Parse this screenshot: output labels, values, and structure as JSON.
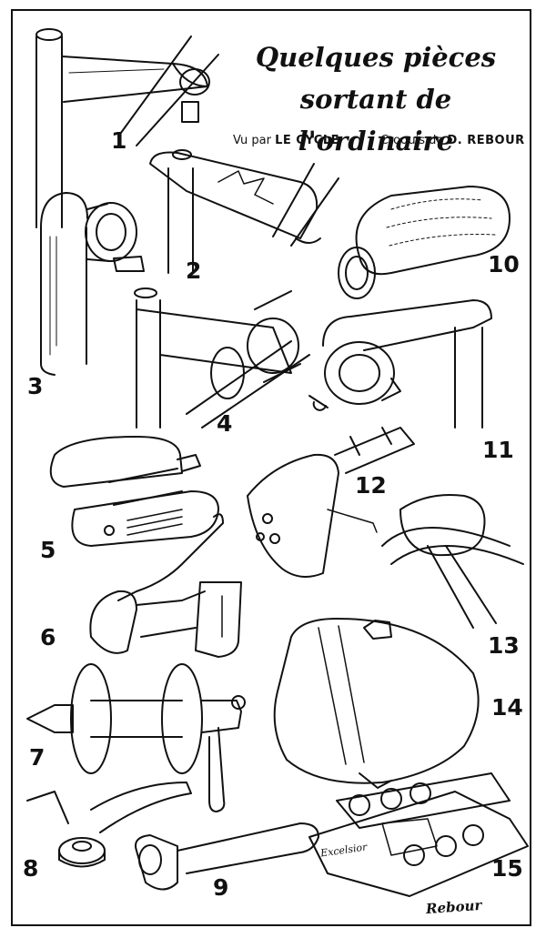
{
  "title": {
    "line1": "Quelques pièces",
    "line2": "sortant de l'ordinaire"
  },
  "credits": {
    "left_prefix": "Vu par",
    "left_name": "LE CYCLE",
    "right_prefix": "Croquis de",
    "right_name": "D. REBOUR"
  },
  "parts": [
    "1",
    "2",
    "3",
    "4",
    "5",
    "6",
    "7",
    "8",
    "9",
    "10",
    "11",
    "12",
    "13",
    "14",
    "15"
  ],
  "engraving": "Excelsior",
  "signature": "Rebour",
  "colors": {
    "ink": "#111111",
    "paper": "#ffffff"
  }
}
